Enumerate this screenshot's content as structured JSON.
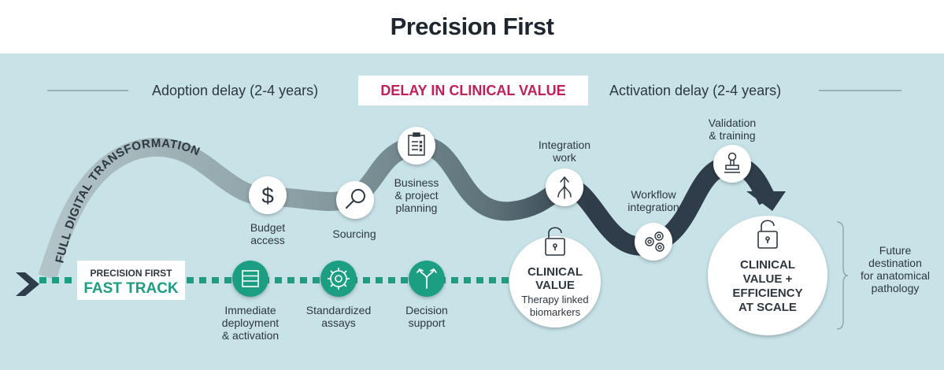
{
  "title": "Precision First",
  "delay": {
    "adoption": "Adoption delay (2-4 years)",
    "center": "DELAY IN CLINICAL VALUE",
    "activation": "Activation delay (2-4 years)"
  },
  "curve_label": "FULL DIGITAL TRANSFORMATION",
  "steps": {
    "budget": [
      "Budget",
      "access"
    ],
    "sourcing": "Sourcing",
    "business": [
      "Business",
      "& project",
      "planning"
    ],
    "integration": [
      "Integration",
      "work"
    ],
    "workflow": [
      "Workflow",
      "integration"
    ],
    "validation": [
      "Validation",
      "& training"
    ]
  },
  "fast_track": {
    "line1": "PRECISION FIRST",
    "line2": "FAST TRACK",
    "steps": {
      "deploy": [
        "Immediate",
        "deployment",
        "& activation"
      ],
      "assays": [
        "Standardized",
        "assays"
      ],
      "decision": [
        "Decision",
        "support"
      ]
    }
  },
  "clinical_value": {
    "title": [
      "CLINICAL",
      "VALUE"
    ],
    "sub": [
      "Therapy linked",
      "biomarkers"
    ]
  },
  "scale": {
    "title": [
      "CLINICAL",
      "VALUE +",
      "EFFICIENCY",
      "AT SCALE"
    ]
  },
  "future": [
    "Future",
    "destination",
    "for anatomical",
    "pathology"
  ],
  "colors": {
    "teal_bg": "#c7e3e8",
    "accent_green": "#1d9e83",
    "accent_red": "#c21e5a",
    "dark_road": "#2f3d4a",
    "light_road": "#7f9599"
  }
}
